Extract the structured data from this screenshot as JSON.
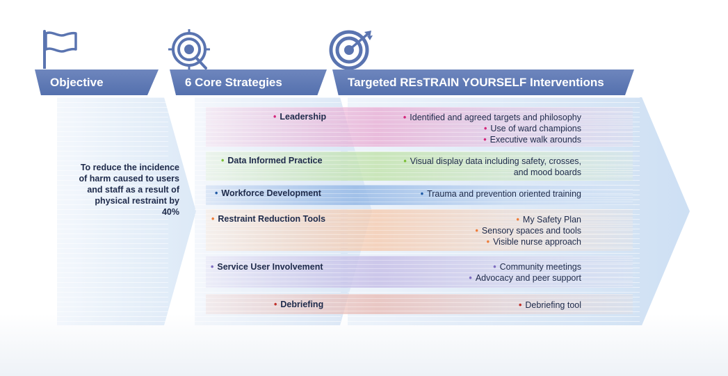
{
  "headers": {
    "objective": "Objective",
    "strategies": "6 Core Strategies",
    "interventions": "Targeted REsTRAIN YOURSELF Interventions"
  },
  "icons": {
    "objective": "flag-icon",
    "strategies": "crosshair-target-icon",
    "interventions": "bullseye-arrow-icon"
  },
  "objective_text": "To reduce the incidence of harm caused to users and staff as a result of physical restraint by 40%",
  "colors": {
    "header": "#5a74b0",
    "leadership": "#d4267c",
    "data": "#7cbf3a",
    "workforce": "#1f5aa6",
    "tools": "#ee7d3a",
    "involvement": "#7d6cc0",
    "debriefing": "#c0302a"
  },
  "rows": [
    {
      "strategy": "Leadership",
      "interventions": [
        "Identified and agreed targets and philosophy",
        "Use of ward champions",
        "Executive walk arounds"
      ]
    },
    {
      "strategy": "Data Informed Practice",
      "interventions": [
        "Visual display data including safety, crosses,",
        "and mood boards"
      ]
    },
    {
      "strategy": "Workforce Development",
      "interventions": [
        "Trauma and prevention oriented training"
      ]
    },
    {
      "strategy": "Restraint Reduction Tools",
      "interventions": [
        "My Safety Plan",
        "Sensory spaces and tools",
        "Visible nurse approach"
      ]
    },
    {
      "strategy": "Service User Involvement",
      "interventions": [
        "Community meetings",
        "Advocacy and peer support"
      ]
    },
    {
      "strategy": "Debriefing",
      "interventions": [
        "Debriefing tool"
      ]
    }
  ]
}
